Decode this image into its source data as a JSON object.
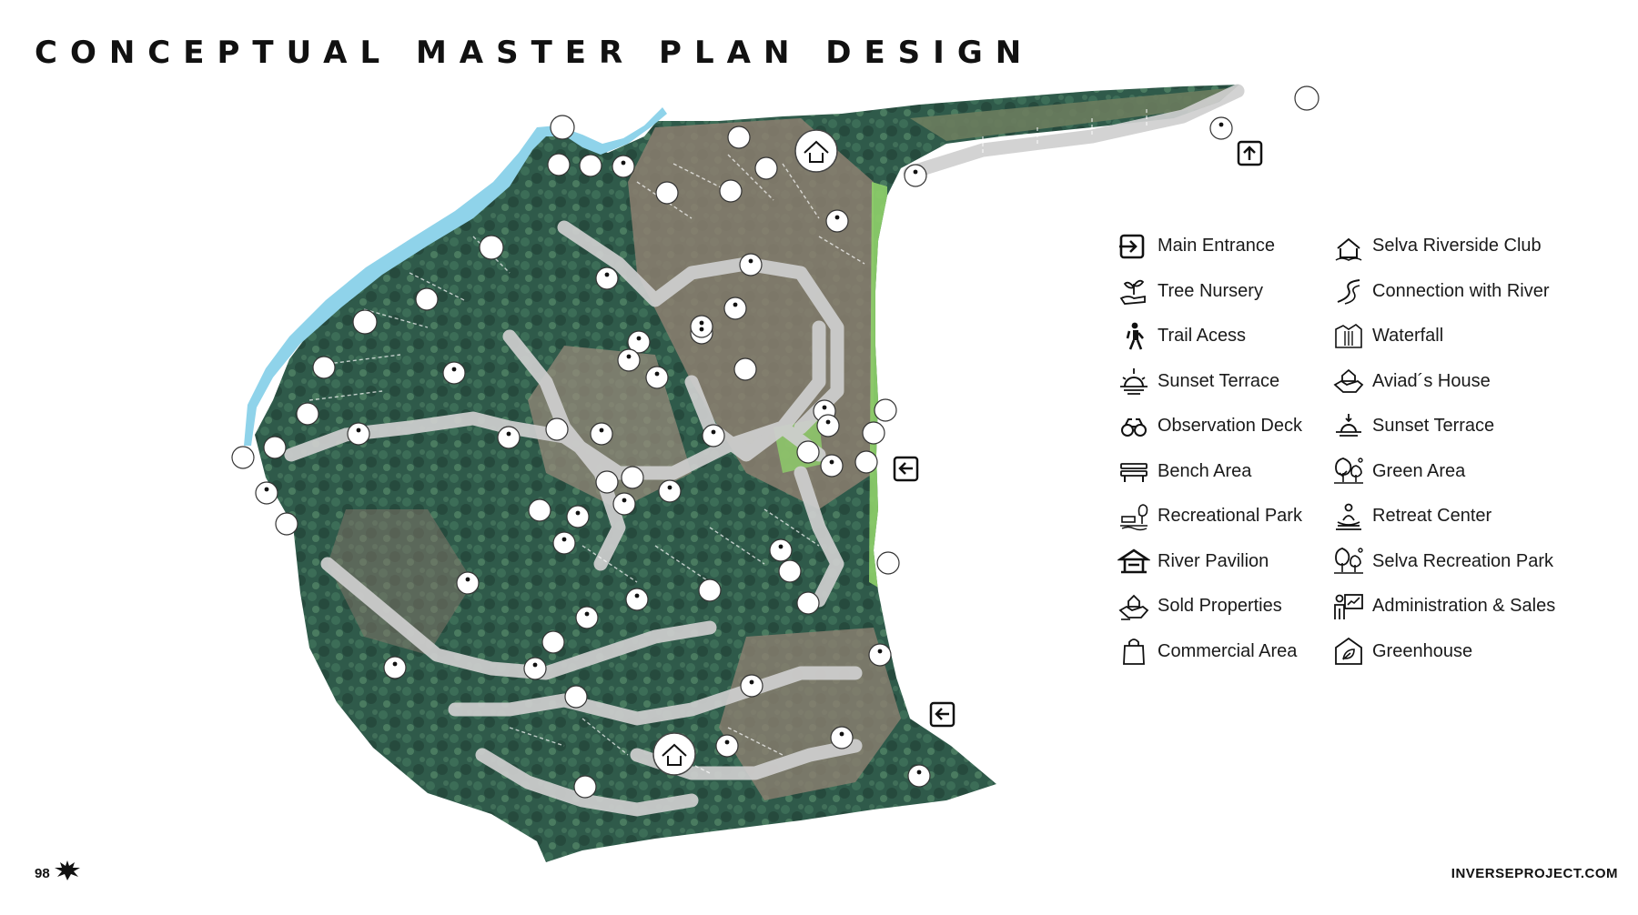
{
  "page": {
    "title": "CONCEPTUAL MASTER PLAN DESIGN",
    "page_number": "98",
    "site_url": "INVERSEPROJECT.COM"
  },
  "colors": {
    "forest": "#2f5a4a",
    "hillside": "#8c7f70",
    "road": "#cfcfcf",
    "river": "#8fd3ea",
    "lawn": "#8fd06a",
    "text": "#111111"
  },
  "legend": [
    {
      "label": "Main Entrance",
      "icon": "main-entrance-icon"
    },
    {
      "label": "Selva  Riverside Club",
      "icon": "selva-riverside-club-icon"
    },
    {
      "label": "Tree Nursery",
      "icon": "tree-nursery-icon"
    },
    {
      "label": "Connection with River",
      "icon": "connection-with-river-icon"
    },
    {
      "label": "Trail Acess",
      "icon": "trail-access-icon"
    },
    {
      "label": "Waterfall",
      "icon": "waterfall-icon"
    },
    {
      "label": "Sunset Terrace",
      "icon": "sunset-terrace-icon"
    },
    {
      "label": "Aviad´s House",
      "icon": "aviads-house-icon"
    },
    {
      "label": "Observation Deck",
      "icon": "observation-deck-icon"
    },
    {
      "label": "Sunset Terrace",
      "icon": "sunset-terrace-alt-icon"
    },
    {
      "label": "Bench Area",
      "icon": "bench-area-icon"
    },
    {
      "label": "Green Area",
      "icon": "green-area-icon"
    },
    {
      "label": "Recreational Park",
      "icon": "recreational-park-icon"
    },
    {
      "label": "Retreat Center",
      "icon": "retreat-center-icon"
    },
    {
      "label": "River Pavilion",
      "icon": "river-pavilion-icon"
    },
    {
      "label": "Selva Recreation Park",
      "icon": "selva-recreation-park-icon"
    },
    {
      "label": "Sold Properties",
      "icon": "sold-properties-icon"
    },
    {
      "label": "Administration & Sales",
      "icon": "administration-sales-icon"
    },
    {
      "label": "Commercial Area",
      "icon": "commercial-area-icon"
    },
    {
      "label": "Greenhouse",
      "icon": "greenhouse-icon"
    }
  ],
  "map_markers": {
    "trail_access_count": 36,
    "main_entrance_count": 3,
    "sold_properties_count": 2
  }
}
